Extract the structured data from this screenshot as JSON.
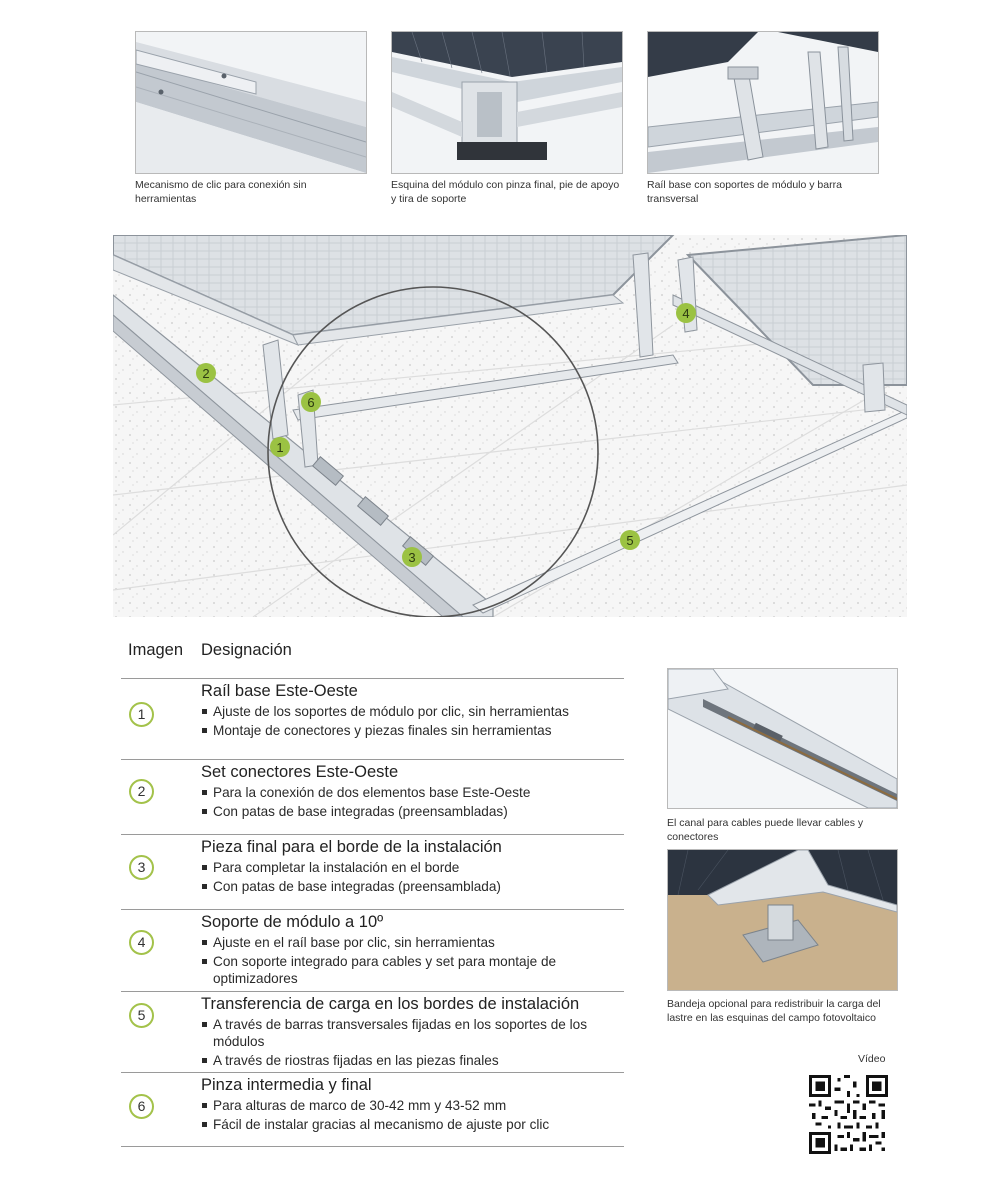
{
  "thumbnails": [
    {
      "caption": "Mecanismo de clic para conexión sin herramientas"
    },
    {
      "caption": "Esquina del módulo con pinza final, pie de apoyo y tira de soporte"
    },
    {
      "caption": "Raíl base con soportes de módulo y barra transversal"
    }
  ],
  "hero": {
    "markers": [
      "1",
      "2",
      "3",
      "4",
      "5",
      "6"
    ]
  },
  "table": {
    "col_image": "Imagen",
    "col_designation": "Designación",
    "rows": [
      {
        "num": "1",
        "title": "Raíl base Este-Oeste",
        "bullets": [
          "Ajuste de los soportes de módulo por clic, sin herramientas",
          "Montaje de conectores y piezas finales sin herramientas"
        ]
      },
      {
        "num": "2",
        "title": "Set conectores Este-Oeste",
        "bullets": [
          "Para la conexión de dos elementos base Este-Oeste",
          "Con patas de base integradas (preensambladas)"
        ]
      },
      {
        "num": "3",
        "title": "Pieza final para el borde de la instalación",
        "bullets": [
          "Para completar la instalación en el borde",
          "Con patas de base integradas (preensamblada)"
        ]
      },
      {
        "num": "4",
        "title": "Soporte de módulo a 10º",
        "bullets": [
          "Ajuste en el raíl base por clic, sin herramientas",
          "Con soporte integrado para cables y set para montaje de optimizadores"
        ]
      },
      {
        "num": "5",
        "title": "Transferencia de carga en los bordes de instalación",
        "bullets": [
          "A través de barras transversales fijadas en los soportes de los módulos",
          "A través de riostras fijadas en las piezas finales"
        ]
      },
      {
        "num": "6",
        "title": "Pinza intermedia y final",
        "bullets": [
          "Para alturas de marco de 30-42 mm y 43-52 mm",
          "Fácil de instalar gracias al mecanismo de ajuste por clic"
        ]
      }
    ]
  },
  "side": {
    "caption_1": "El canal para cables puede llevar cables y conectores",
    "caption_2": "Bandeja opcional para redistribuir la carga del lastre en las esquinas del campo fotovoltaico",
    "video_label": "Vídeo"
  },
  "colors": {
    "accent": "#a3c24a",
    "marker_fill": "#9bc243",
    "rule": "#9a9a9a"
  }
}
